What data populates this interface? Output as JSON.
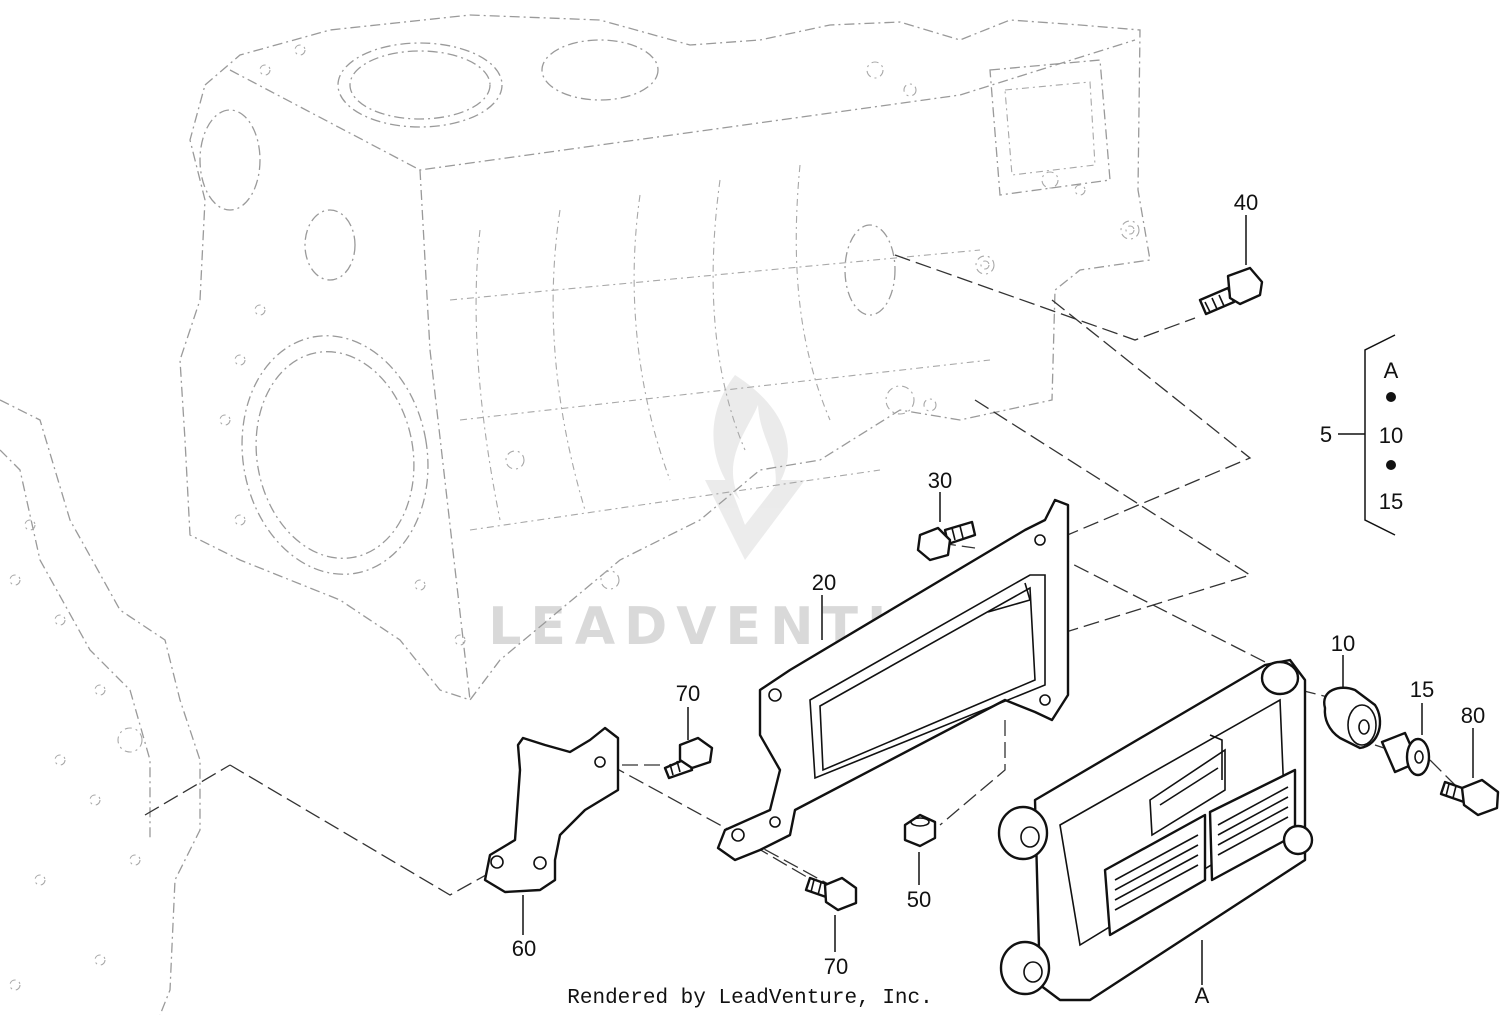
{
  "diagram": {
    "callouts": {
      "c10": "10",
      "c15": "15",
      "c20": "20",
      "c30": "30",
      "c40": "40",
      "c50": "50",
      "c60": "60",
      "c70a": "70",
      "c70b": "70",
      "c80": "80",
      "cA": "A"
    },
    "kit": {
      "number": "5",
      "items": [
        "A",
        "10",
        "15"
      ]
    },
    "watermark": "LEADVENTURE",
    "credit": "Rendered by LeadVenture, Inc."
  }
}
